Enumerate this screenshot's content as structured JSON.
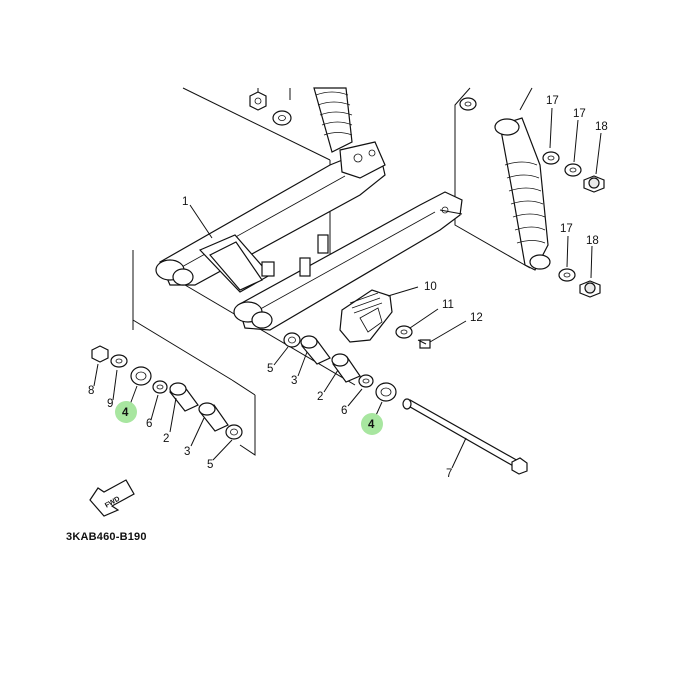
{
  "diagram": {
    "code": "3KAB460-B190",
    "fwd_label": "FWD",
    "highlight_color": "#a8e6a0",
    "callouts": {
      "c1": "1",
      "c2a": "2",
      "c2b": "2",
      "c3a": "3",
      "c3b": "3",
      "c4a": "4",
      "c4b": "4",
      "c5a": "5",
      "c5b": "5",
      "c6a": "6",
      "c6b": "6",
      "c7": "7",
      "c8": "8",
      "c9": "9",
      "c10": "10",
      "c11": "11",
      "c12": "12",
      "c17a": "17",
      "c17b": "17",
      "c17c": "17",
      "c18a": "18",
      "c18b": "18"
    }
  }
}
